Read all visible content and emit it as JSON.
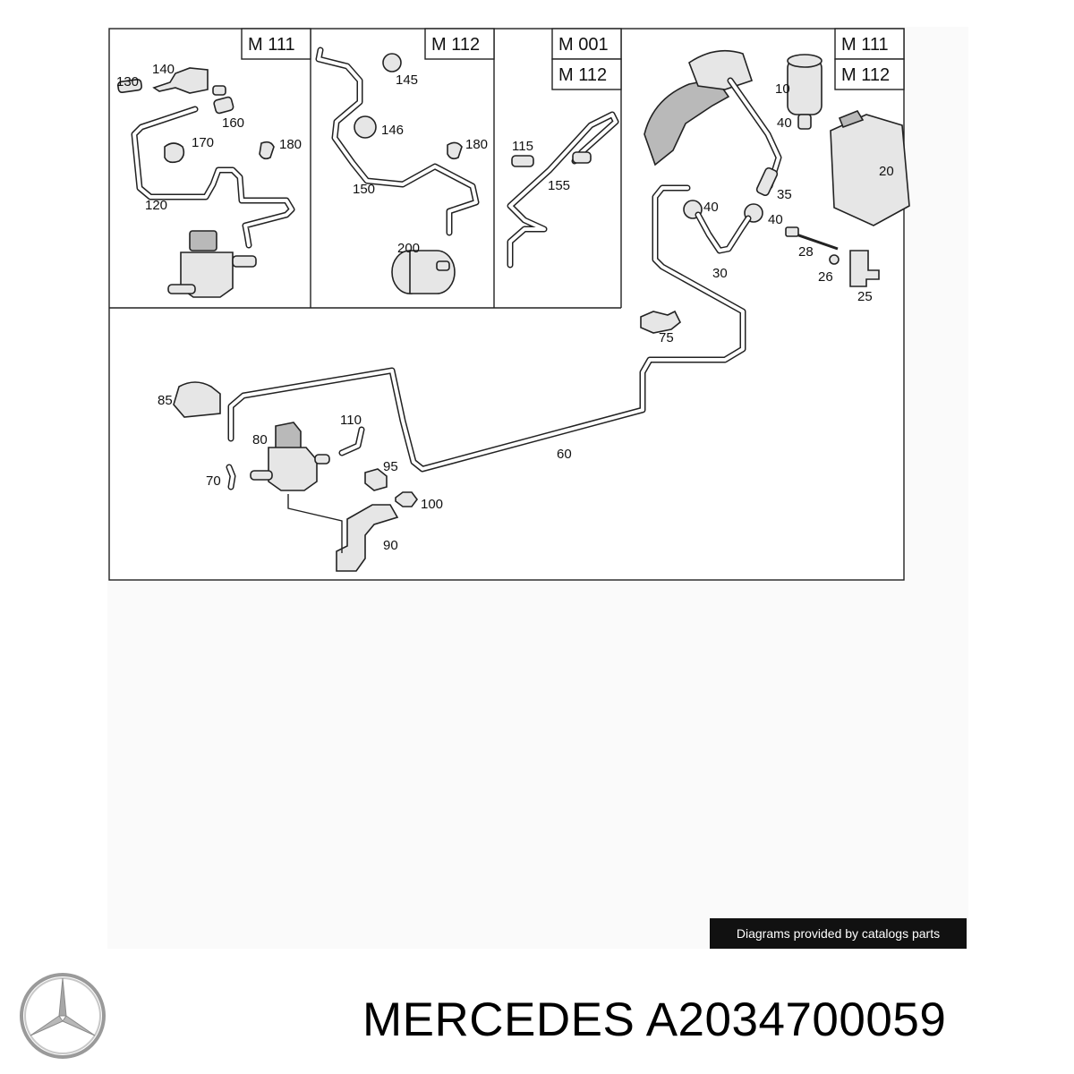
{
  "panels": [
    {
      "id": "top-left",
      "tags": [
        "M 111"
      ]
    },
    {
      "id": "top-mid",
      "tags": [
        "M 112"
      ]
    },
    {
      "id": "top-right-small",
      "tags": [
        "M 001",
        "M 112"
      ]
    },
    {
      "id": "top-right",
      "tags": [
        "M 111",
        "M 112"
      ]
    }
  ],
  "callouts": [
    "130",
    "140",
    "160",
    "170",
    "180",
    "120",
    "145",
    "146",
    "180b",
    "150",
    "200",
    "115",
    "155",
    "10",
    "40",
    "20",
    "35",
    "40b",
    "30",
    "28",
    "26",
    "25",
    "75",
    "85",
    "110",
    "80",
    "95",
    "70",
    "100",
    "90",
    "60"
  ],
  "labels": {
    "130": "130",
    "140": "140",
    "160": "160",
    "170": "170",
    "180": "180",
    "120": "120",
    "145": "145",
    "146": "146",
    "180b": "180",
    "150": "150",
    "200": "200",
    "115": "115",
    "155": "155",
    "10": "10",
    "40": "40",
    "20": "20",
    "35": "35",
    "40b": "40",
    "30": "30",
    "28": "28",
    "26": "26",
    "25": "25",
    "75": "75",
    "85": "85",
    "110": "110",
    "80": "80",
    "95": "95",
    "70": "70",
    "100": "100",
    "90": "90",
    "60": "60"
  },
  "credit": "Diagrams provided by catalogs parts",
  "brand": {
    "name": "MERCEDES",
    "part_number": "A2034700059",
    "logo": "mercedes-star-logo"
  },
  "colors": {
    "line": "#222222",
    "credit_bg": "#111111",
    "credit_fg": "#ffffff"
  }
}
